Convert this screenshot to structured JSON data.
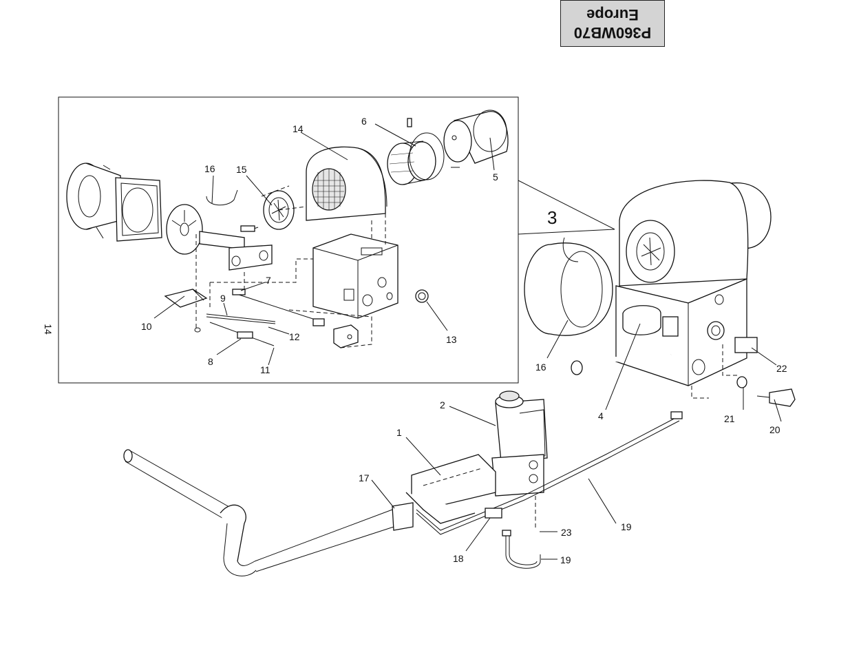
{
  "header": {
    "model_code": "P360WB70",
    "region": "Europe"
  },
  "page_number": "14",
  "diagram": {
    "view_label": "3",
    "callouts": [
      {
        "id": "c1",
        "text": "1"
      },
      {
        "id": "c2",
        "text": "2"
      },
      {
        "id": "c4",
        "text": "4"
      },
      {
        "id": "c5",
        "text": "5"
      },
      {
        "id": "c6",
        "text": "6"
      },
      {
        "id": "c7",
        "text": "7"
      },
      {
        "id": "c8",
        "text": "8"
      },
      {
        "id": "c9",
        "text": "9"
      },
      {
        "id": "c10",
        "text": "10"
      },
      {
        "id": "c11",
        "text": "11"
      },
      {
        "id": "c12",
        "text": "12"
      },
      {
        "id": "c13",
        "text": "13"
      },
      {
        "id": "c14",
        "text": "14"
      },
      {
        "id": "c15",
        "text": "15"
      },
      {
        "id": "c16a",
        "text": "16"
      },
      {
        "id": "c16b",
        "text": "16"
      },
      {
        "id": "c17",
        "text": "17"
      },
      {
        "id": "c18",
        "text": "18"
      },
      {
        "id": "c19a",
        "text": "19"
      },
      {
        "id": "c19b",
        "text": "19"
      },
      {
        "id": "c20",
        "text": "20"
      },
      {
        "id": "c21",
        "text": "21"
      },
      {
        "id": "c22",
        "text": "22"
      },
      {
        "id": "c23",
        "text": "23"
      }
    ]
  }
}
